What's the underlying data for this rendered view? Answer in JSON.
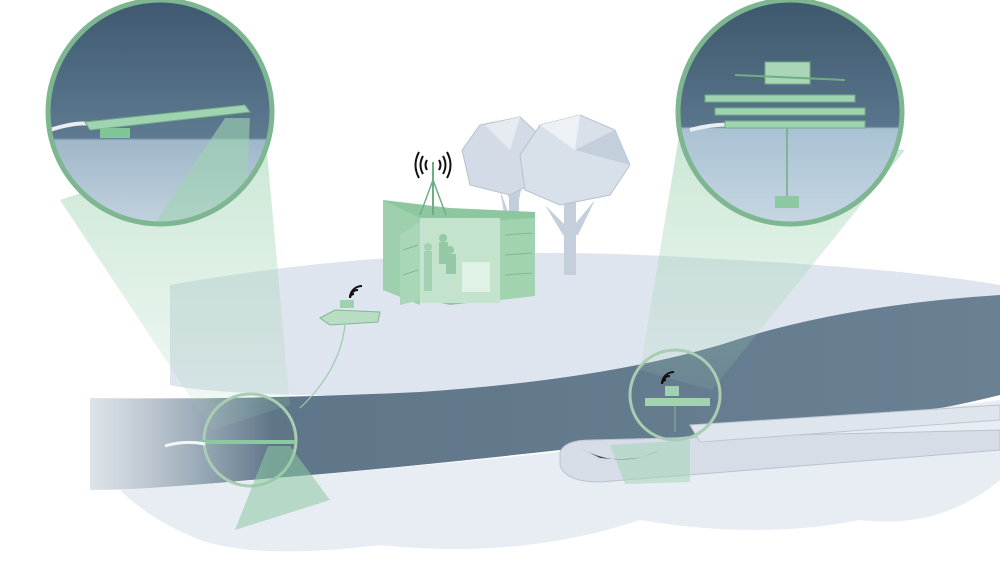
{
  "scene": {
    "colors": {
      "background": "#ffffff",
      "ground": "#dfe5ee",
      "water": "#5d7487",
      "water_light": "#8aa0b2",
      "seabed": "#e9eef4",
      "accent_green": "#8cc9a2",
      "lens_border": "#7db691",
      "tree": "#c9d3e0",
      "pipe": "#d4dbe4",
      "signal": "#111111"
    },
    "icons": [
      "wifi-signal-icon",
      "broadcast-signal-icon"
    ],
    "elements": [
      "control-container",
      "antenna-mast",
      "trees",
      "floating-drone-shore",
      "underwater-drone-left",
      "surface-drone-right",
      "subsea-pipeline",
      "magnifier-left",
      "magnifier-right"
    ]
  }
}
